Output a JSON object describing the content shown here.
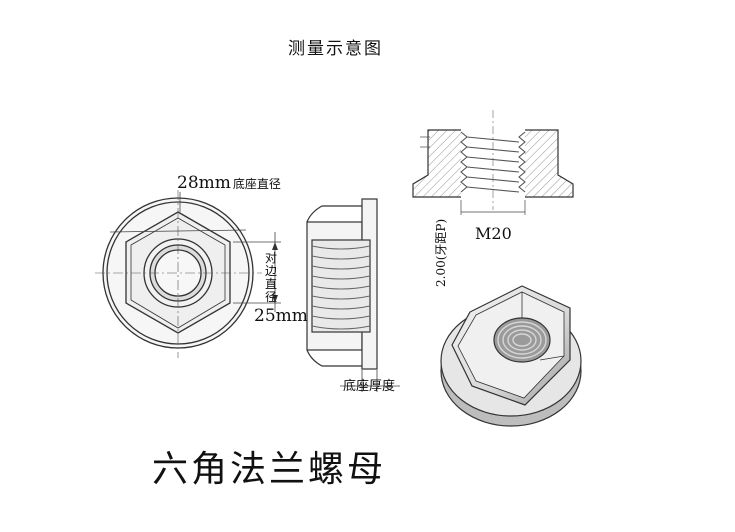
{
  "page": {
    "title": "测量示意图",
    "product_name": "六角法兰螺母"
  },
  "labels": {
    "flange_diameter_value": "28mm",
    "flange_diameter_text": "底座直径",
    "across_flats_text": "对边直径",
    "across_flats_value": "25mm",
    "thread_size": "M20",
    "pitch": "2.00(牙距P)",
    "base_thickness": "底座厚度"
  }
}
